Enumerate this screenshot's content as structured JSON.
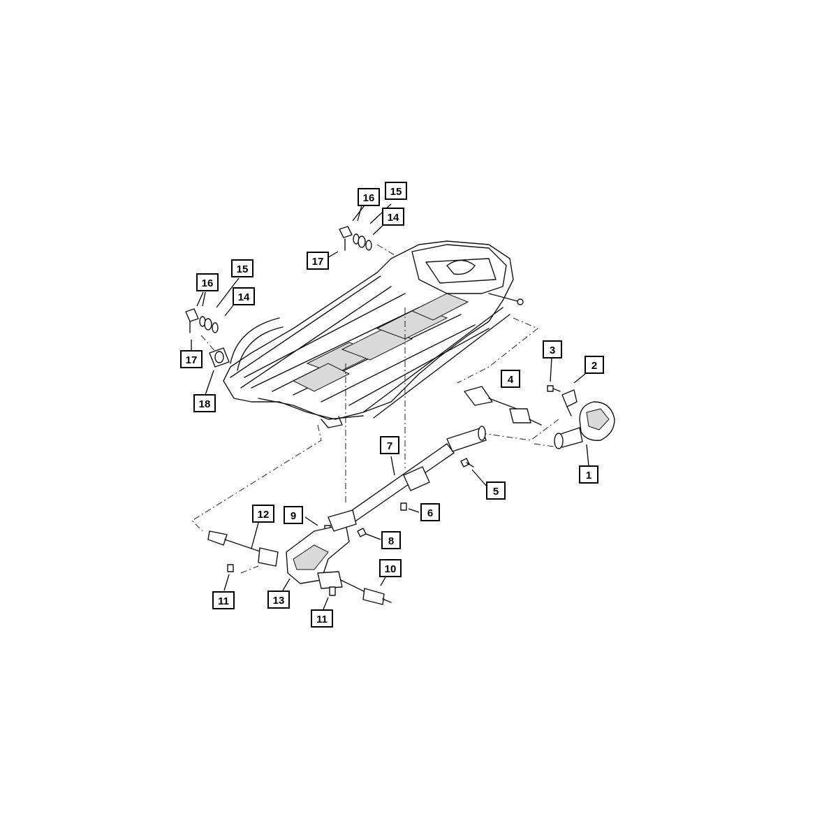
{
  "callouts": [
    {
      "id": "c1",
      "label": "1"
    },
    {
      "id": "c2",
      "label": "2"
    },
    {
      "id": "c3",
      "label": "3"
    },
    {
      "id": "c4",
      "label": "4"
    },
    {
      "id": "c5",
      "label": "5"
    },
    {
      "id": "c6",
      "label": "6"
    },
    {
      "id": "c7",
      "label": "7"
    },
    {
      "id": "c8",
      "label": "8"
    },
    {
      "id": "c9",
      "label": "9"
    },
    {
      "id": "c10",
      "label": "10"
    },
    {
      "id": "c11a",
      "label": "11"
    },
    {
      "id": "c11b",
      "label": "11"
    },
    {
      "id": "c12",
      "label": "12"
    },
    {
      "id": "c13",
      "label": "13"
    },
    {
      "id": "c14a",
      "label": "14"
    },
    {
      "id": "c14b",
      "label": "14"
    },
    {
      "id": "c15a",
      "label": "15"
    },
    {
      "id": "c15b",
      "label": "15"
    },
    {
      "id": "c16a",
      "label": "16"
    },
    {
      "id": "c16b",
      "label": "16"
    },
    {
      "id": "c17a",
      "label": "17"
    },
    {
      "id": "c17b",
      "label": "17"
    },
    {
      "id": "c18",
      "label": "18"
    }
  ]
}
